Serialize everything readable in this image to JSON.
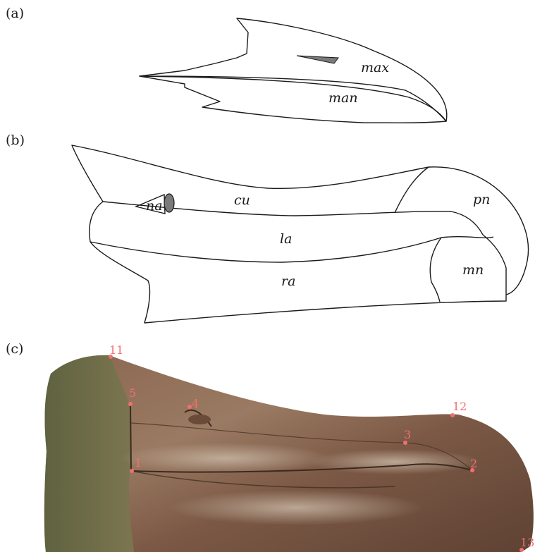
{
  "panels": {
    "a": {
      "label": "(a)",
      "labels": {
        "max": "max",
        "man": "man"
      }
    },
    "b": {
      "label": "(b)",
      "labels": {
        "na": "na",
        "cu": "cu",
        "pn": "pn",
        "la": "la",
        "mn": "mn",
        "ra": "ra"
      }
    },
    "c": {
      "label": "(c)",
      "landmarks": [
        "1",
        "2",
        "3",
        "4",
        "5",
        "11",
        "12",
        "13"
      ]
    }
  },
  "colors": {
    "outline": "#1a1a1a",
    "fill_gray": "#7a7a7a",
    "landmark": "#f07070",
    "bone_base": "#7e5a45",
    "bone_light": "#b9a48f",
    "bone_dark": "#4a3426",
    "rhamphotheca_green": "#6f6f45"
  }
}
